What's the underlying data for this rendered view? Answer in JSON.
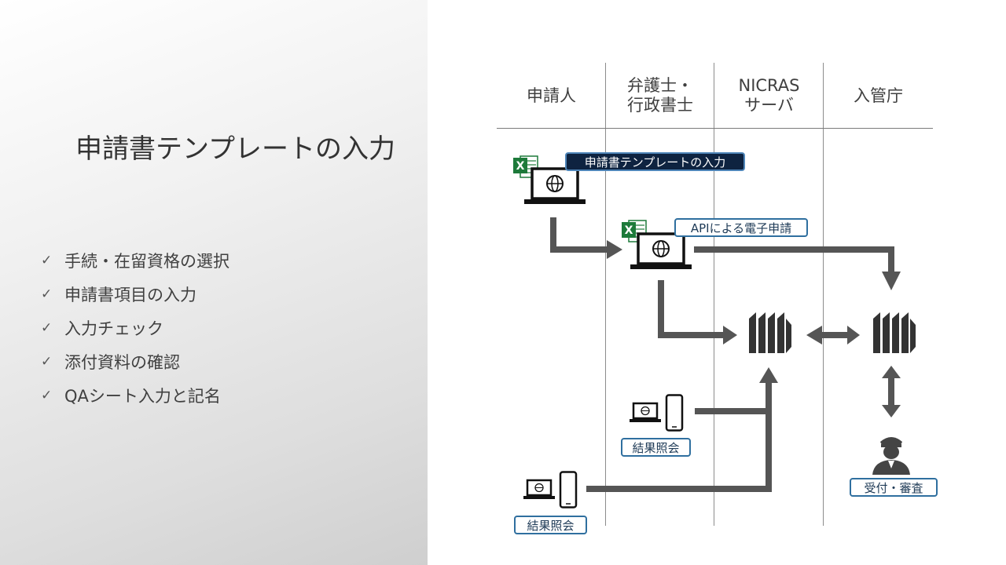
{
  "slide": {
    "title": "申請書テンプレートの入力",
    "bullets": [
      "手続・在留資格の選択",
      "申請書項目の入力",
      "入力チェック",
      "添付資料の確認",
      "QAシート入力と記名"
    ]
  },
  "diagram": {
    "columns": [
      "申請人",
      "弁護士・\n行政書士",
      "NICRAS\nサーバ",
      "入管庁"
    ],
    "labels": {
      "template_input": "申請書テンプレートの入力",
      "api_application": "APIによる電子申請",
      "result_inquiry_1": "結果照会",
      "result_inquiry_2": "結果照会",
      "reception_review": "受付・審査"
    },
    "icons": {
      "excel": "excel-icon",
      "laptop": "laptop-globe-icon",
      "phone": "smartphone-icon",
      "server": "server-rack-icon",
      "officer": "officer-icon"
    },
    "colors": {
      "excel_green": "#1d7a3a",
      "arrow": "#555555",
      "tag_border": "#2f6f9f",
      "tag_dark": "#0e2340"
    }
  }
}
